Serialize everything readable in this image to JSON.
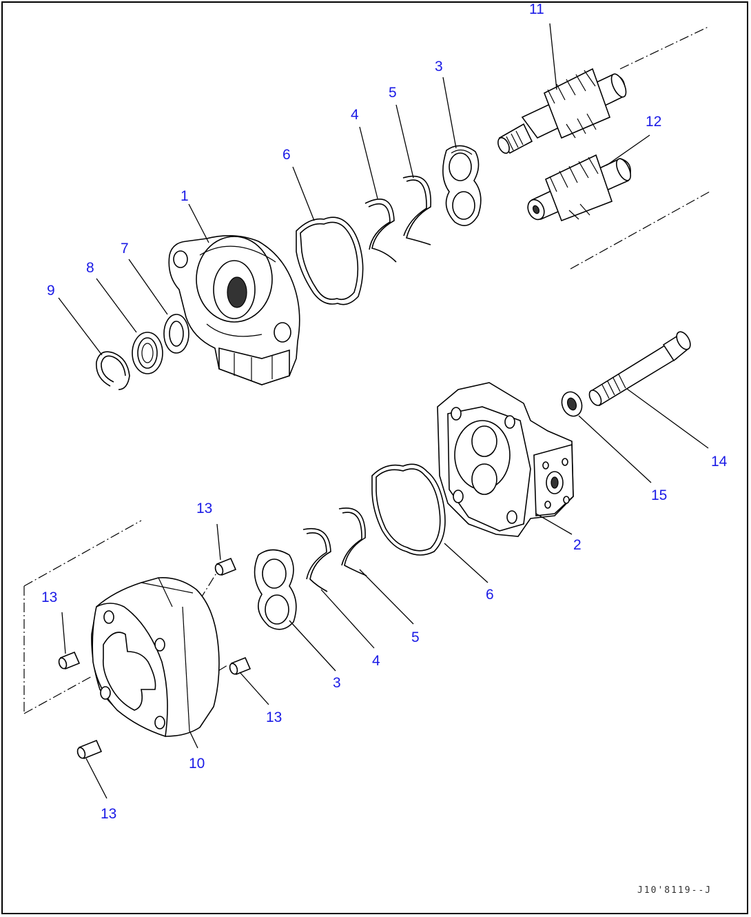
{
  "colors": {
    "callout": "#1a1ae6",
    "line": "#000000",
    "background": "#ffffff"
  },
  "callouts": {
    "c1": "1",
    "c2": "2",
    "c3a": "3",
    "c3b": "3",
    "c4a": "4",
    "c4b": "4",
    "c5a": "5",
    "c5b": "5",
    "c6a": "6",
    "c6b": "6",
    "c7": "7",
    "c8": "8",
    "c9": "9",
    "c10": "10",
    "c11": "11",
    "c12": "12",
    "c13a": "13",
    "c13b": "13",
    "c13c": "13",
    "c13d": "13",
    "c14": "14",
    "c15": "15"
  },
  "drawing_code": "J10'8119--J"
}
